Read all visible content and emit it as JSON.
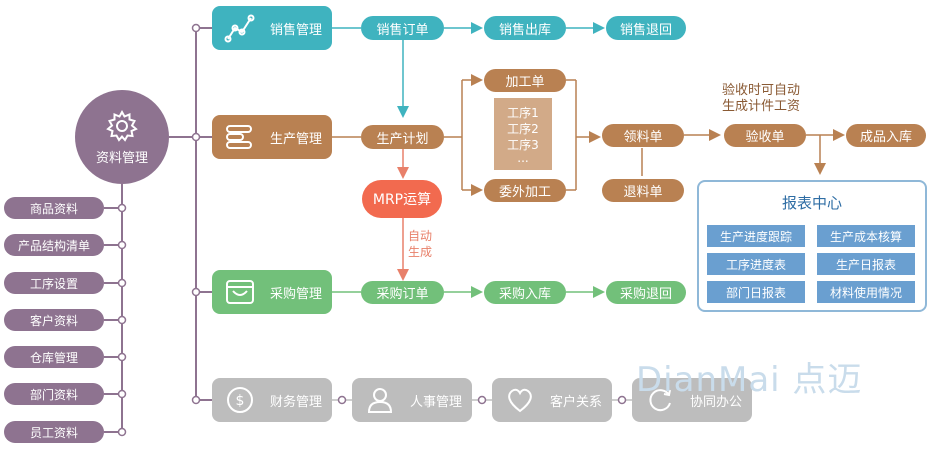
{
  "hub": {
    "label": "资料管理",
    "icon": "gear-icon"
  },
  "left_items": [
    "商品资料",
    "产品结构清单",
    "工序设置",
    "客户资料",
    "仓库管理",
    "部门资料",
    "员工资料"
  ],
  "sales": {
    "module": "销售管理",
    "icon": "trend-chart-icon",
    "order": "销售订单",
    "outbound": "销售出库",
    "return": "销售退回"
  },
  "production": {
    "module": "生产管理",
    "icon": "list-icon",
    "plan": "生产计划",
    "processing": "加工单",
    "outsource": "委外加工",
    "steps": [
      "工序1",
      "工序2",
      "工序3",
      "..."
    ],
    "picking": "领料单",
    "return_material": "退料单",
    "inspection": "验收单",
    "finished_in": "成品入库",
    "inspection_note_1": "验收时可自动",
    "inspection_note_2": "生成计件工资"
  },
  "mrp": {
    "label": "MRP运算",
    "note_1": "自动",
    "note_2": "生成"
  },
  "purchase": {
    "module": "采购管理",
    "icon": "basket-icon",
    "order": "采购订单",
    "inbound": "采购入库",
    "return": "采购退回"
  },
  "report": {
    "title": "报表中心",
    "items": [
      "生产进度跟踪",
      "生产成本核算",
      "工序进度表",
      "生产日报表",
      "部门日报表",
      "材料使用情况"
    ]
  },
  "bottom_modules": [
    {
      "label": "财务管理",
      "icon": "dollar-icon"
    },
    {
      "label": "人事管理",
      "icon": "person-icon"
    },
    {
      "label": "客户关系",
      "icon": "heart-icon"
    },
    {
      "label": "协同办公",
      "icon": "refresh-icon"
    }
  ],
  "watermark": "DianMai 点迈",
  "colors": {
    "sales": "#3fb3bf",
    "production": "#b98152",
    "purchase": "#72c07a",
    "master": "#8e7390",
    "mrp": "#f26a4f",
    "report": "#6a9fd0",
    "other": "#bdbdbd"
  }
}
